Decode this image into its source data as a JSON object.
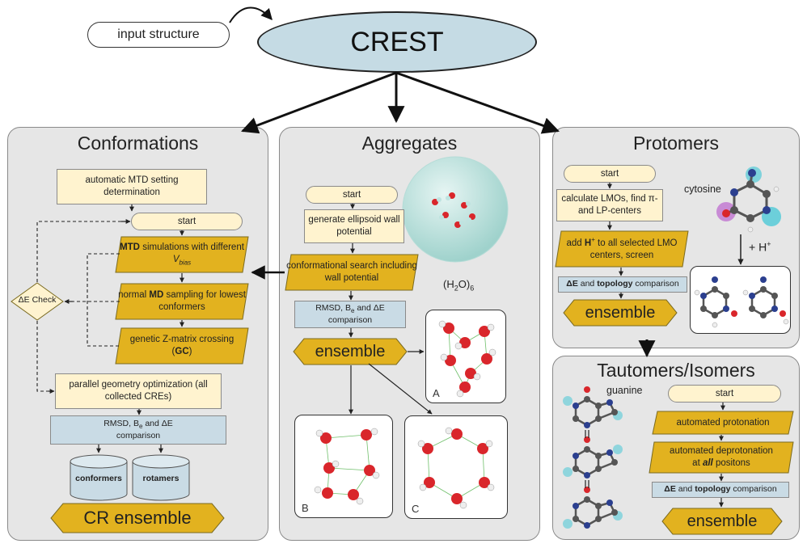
{
  "input_label": "input structure",
  "crest_label": "CREST",
  "conformations": {
    "title": "Conformations",
    "mtd_setting": "automatic MTD setting determination",
    "start": "start",
    "mtd_sim_bold": "MTD",
    "mtd_sim_rest": " simulations with different ",
    "mtd_vbias": "V",
    "mtd_vbias_sub": "bias",
    "md_prefix": "normal ",
    "md_bold": "MD",
    "md_rest": " sampling for lowest conformers",
    "gc_line1": "genetic Z-matrix crossing",
    "gc_open": "(",
    "gc_bold": "GC",
    "gc_close": ")",
    "check": "ΔE Check",
    "parallel": "parallel geometry optimization (all collected CREs)",
    "rmsd_line1": "RMSD, B",
    "rmsd_sub": "e",
    "rmsd_and": " and ΔE",
    "rmsd_line2": "comparison",
    "conformers": "conformers",
    "rotamers": "rotamers",
    "ensemble": "CR ensemble"
  },
  "aggregates": {
    "title": "Aggregates",
    "start": "start",
    "ellipsoid": "generate ellipsoid wall potential",
    "search": "conformational search including wall potential",
    "water_label": "(H",
    "water_sub": "2",
    "water_mid": "O)",
    "water_sub2": "6",
    "rmsd_line1": "RMSD, B",
    "rmsd_sub": "e",
    "rmsd_and": " and ΔE",
    "rmsd_line2": "comparison",
    "ensemble": "ensemble",
    "box_a": "A",
    "box_b": "B",
    "box_c": "C"
  },
  "protomers": {
    "title": "Protomers",
    "start": "start",
    "lmo": "calculate LMOs, find π- and LP-centers",
    "add_h_prefix": "add ",
    "add_h_bold": "H",
    "add_h_sup": "+",
    "add_h_rest": " to all selected LMO centers, screen",
    "comparison_bold1": "ΔE",
    "comparison_mid": " and ",
    "comparison_bold2": "topology",
    "comparison_rest": " comparison",
    "ensemble": "ensemble",
    "cytosine": "cytosine",
    "plus_h": "+ H",
    "plus_h_sup": "+"
  },
  "tautomers": {
    "title": "Tautomers/Isomers",
    "guanine": "guanine",
    "start": "start",
    "protonation": "automated protonation",
    "deprot_line1": "automated deprotonation",
    "deprot_at": "at ",
    "deprot_bold": "all",
    "deprot_rest": " positons",
    "comparison_bold1": "ΔE",
    "comparison_mid": " and ",
    "comparison_bold2": "topology",
    "comparison_rest": " comparison",
    "ensemble": "ensemble"
  },
  "colors": {
    "gold": "#e2b21f",
    "cream": "#fff3cf",
    "blue_box": "#c9dbe5",
    "crest_fill": "#c5dbe4",
    "panel": "#e6e6e6",
    "oxygen": "#d9262b",
    "hydrogen": "#f2f2f2",
    "carbon": "#555555",
    "nitrogen": "#2b3f8f"
  }
}
